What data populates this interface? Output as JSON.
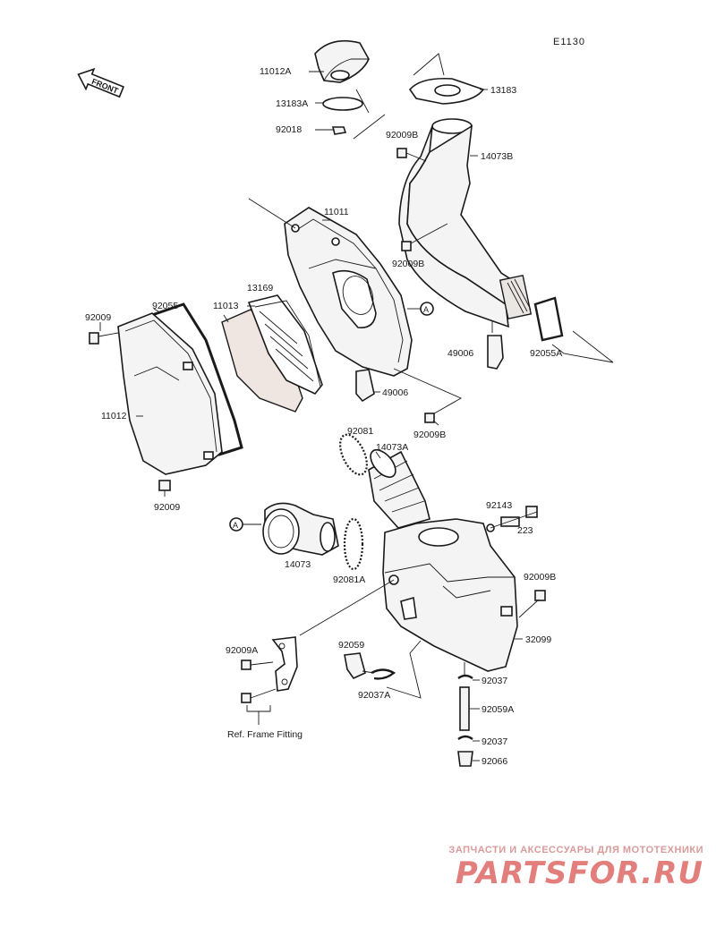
{
  "diagram_code": "E1130",
  "front_label": "FRONT",
  "callout_a": "A",
  "labels": {
    "p11012A": "11012A",
    "p13183A": "13183A",
    "p92018": "92018",
    "p13183": "13183",
    "p92009B_top": "92009B",
    "p14073B": "14073B",
    "p11011": "11011",
    "p92009B_mid": "92009B",
    "p13169": "13169",
    "p92055": "92055",
    "p11013": "11013",
    "p92009_left": "92009",
    "p49006_right": "49006",
    "p92055A": "92055A",
    "p49006_mid": "49006",
    "p92009B_low": "92009B",
    "p11012": "11012",
    "p92009_bottom": "92009",
    "p92081": "92081",
    "p14073A": "14073A",
    "p92143": "92143",
    "p223": "223",
    "p14073": "14073",
    "p92081A": "92081A",
    "p92009B_tank": "92009B",
    "p32099": "32099",
    "p92009A": "92009A",
    "p92059": "92059",
    "p92037A": "92037A",
    "p92037_top": "92037",
    "p92059A": "92059A",
    "p92037_bottom": "92037",
    "p92066": "92066",
    "ref_frame": "Ref. Frame Fitting"
  },
  "watermark": {
    "tagline": "ЗАПЧАСТИ И АКСЕССУАРЫ ДЛЯ МОТОТЕХНИКИ",
    "logo": "PARTSFOR.RU"
  },
  "colors": {
    "ink": "#1a1a1a",
    "watermark": "#d9534f"
  }
}
